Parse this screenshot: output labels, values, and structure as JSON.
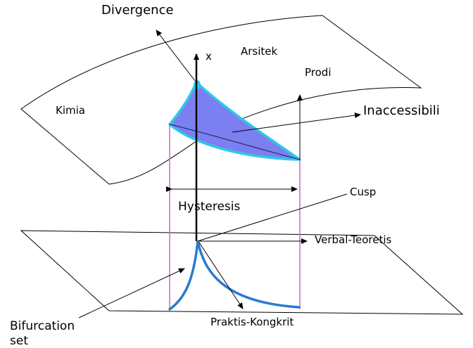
{
  "diagram": {
    "labels": {
      "divergence": "Divergence",
      "x_axis": "x",
      "arsitek": "Arsitek",
      "prodi": "Prodi",
      "kimia": "Kimia",
      "inaccessibility": "Inaccessibili",
      "cusp": "Cusp",
      "hysteresis": "Hysteresis",
      "verbal_teoretis": "Verbal-Teoretis",
      "bifurcation_line1": "Bifurcation",
      "bifurcation_line2": "set",
      "praktis_kongkrit": "Praktis-Kongkrit"
    },
    "colors": {
      "surface_line": "#000000",
      "fold_fill": "#7b7ff0",
      "fold_edge": "#2ec8e8",
      "bifurcation_curve": "#2a7ad0",
      "projection_lines": "#cc66cc"
    }
  }
}
